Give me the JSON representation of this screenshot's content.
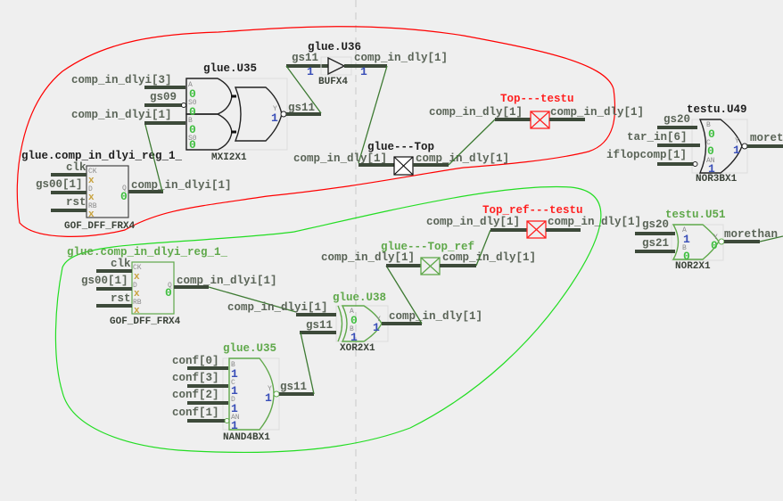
{
  "colors": {
    "background": "#efefef",
    "wire": "#3d4a3a",
    "red_region": "#ff0000",
    "green_region": "#22dd22",
    "value_zero": "#3fbf3f",
    "value_one": "#3a4fb8",
    "value_x": "#c8a23c",
    "mismatch": "#ff2020",
    "ref_instance": "#5fa84a"
  },
  "top_group": {
    "mux": {
      "instance": "glue.U35",
      "cell": "MXI2X1",
      "inputs": [
        "comp_in_dlyi[3]",
        "gs09",
        "comp_in_dlyi[1]"
      ],
      "pins": [
        "A",
        "S0",
        "B",
        "S0",
        "Y"
      ],
      "values": [
        "0",
        "0",
        "0",
        "0",
        "1"
      ],
      "output": "gs11"
    },
    "dff": {
      "instance": "glue.comp_in_dlyi_reg_1_",
      "cell": "GOF_DFF_FRX4",
      "inputs": [
        "clk",
        "gs00[1]",
        "rst"
      ],
      "pins": [
        "CK",
        "D",
        "RB",
        "Q"
      ],
      "values": [
        "x",
        "x",
        "x",
        "0"
      ],
      "output": "comp_in_dlyi[1]"
    },
    "buf": {
      "instance": "glue.U36",
      "cell": "BUFX4",
      "input": "gs11",
      "output": "comp_in_dly[1]",
      "in_value": "1",
      "out_value": "1"
    },
    "port1": {
      "instance": "glue---Top",
      "left": "comp_in_dly[1]",
      "right": "comp_in_dly[1]"
    },
    "port2": {
      "instance": "Top---testu",
      "left": "comp_in_dly[1]",
      "right": "comp_in_dly[1]"
    }
  },
  "testu_u49": {
    "instance": "testu.U49",
    "cell": "NOR3BX1",
    "inputs": [
      "gs20",
      "tar_in[6]",
      "iflopcomp[1]"
    ],
    "pins": [
      "B",
      "C",
      "AN",
      "Y"
    ],
    "values": [
      "0",
      "0",
      "1",
      "1"
    ],
    "output": "moret"
  },
  "testu_u51": {
    "instance": "testu.U51",
    "cell": "NOR2X1",
    "inputs": [
      "gs20",
      "gs21"
    ],
    "pins": [
      "A",
      "B",
      "Y"
    ],
    "values": [
      "1",
      "0",
      "0"
    ],
    "output": "morethan"
  },
  "ref_group": {
    "dff": {
      "instance": "glue.comp_in_dlyi_reg_1_",
      "cell": "GOF_DFF_FRX4",
      "inputs": [
        "clk",
        "gs00[1]",
        "rst"
      ],
      "pins": [
        "CK",
        "D",
        "RB",
        "Q"
      ],
      "values": [
        "x",
        "x",
        "x",
        "0"
      ],
      "output": "comp_in_dlyi[1]"
    },
    "xor": {
      "instance": "glue.U38",
      "cell": "XOR2X1",
      "inputs": [
        "comp_in_dlyi[1]",
        "gs11"
      ],
      "pins": [
        "A",
        "B",
        "Y"
      ],
      "values": [
        "0",
        "1",
        "1"
      ],
      "output": "comp_in_dly[1]"
    },
    "nand": {
      "instance": "glue.U35",
      "cell": "NAND4BX1",
      "inputs": [
        "conf[0]",
        "conf[3]",
        "conf[2]",
        "conf[1]"
      ],
      "pins": [
        "B",
        "C",
        "D",
        "AN",
        "Y"
      ],
      "values": [
        "1",
        "1",
        "1",
        "1",
        "1"
      ],
      "output": "gs11"
    },
    "port1": {
      "instance": "glue---Top_ref",
      "left": "comp_in_dly[1]",
      "right": "comp_in_dly[1]"
    },
    "port2": {
      "instance": "Top_ref---testu",
      "left": "comp_in_dly[1]",
      "right": "comp_in_dly[1]"
    }
  }
}
